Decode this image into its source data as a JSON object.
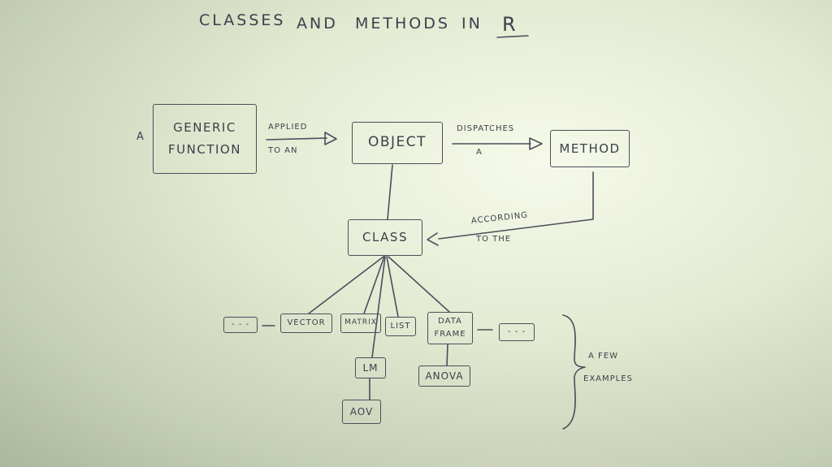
{
  "title": {
    "w1": "CLASSES",
    "w2": "AND",
    "w3": "METHODS",
    "w4": "IN",
    "w5": "R"
  },
  "nodes": {
    "a_prefix": "A",
    "generic_function_l1": "GENERIC",
    "generic_function_l2": "FUNCTION",
    "object": "OBJECT",
    "method": "METHOD",
    "class": "CLASS",
    "dots_left": "- - -",
    "vector": "VECTOR",
    "matrix": "MATRIX",
    "list": "LIST",
    "data_frame_l1": "DATA",
    "data_frame_l2": "FRAME",
    "dots_right": "- - -",
    "lm": "LM",
    "anova": "ANOVA",
    "aov": "AOV"
  },
  "edges": {
    "applied_l1": "APPLIED",
    "applied_l2": "TO AN",
    "dispatches_l1": "DISPATCHES",
    "dispatches_l2": "A",
    "according_l1": "ACCORDING",
    "according_l2": "TO THE"
  },
  "annotation": {
    "l1": "A FEW",
    "l2": "EXAMPLES"
  }
}
